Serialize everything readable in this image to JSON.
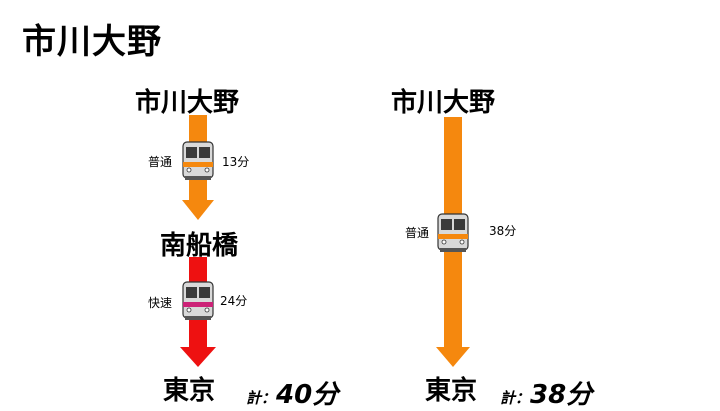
{
  "page_title": "市川大野",
  "routes": [
    {
      "origin": "市川大野",
      "legs": [
        {
          "service": "普通",
          "duration": "13分",
          "color": "#f5880e"
        },
        {
          "service": "快速",
          "duration": "24分",
          "color": "#ee1111"
        }
      ],
      "transfer": "南船橋",
      "destination": "東京",
      "total_label": "計：",
      "total_value": "40分"
    },
    {
      "origin": "市川大野",
      "legs": [
        {
          "service": "普通",
          "duration": "38分",
          "color": "#f5880e"
        }
      ],
      "destination": "東京",
      "total_label": "計：",
      "total_value": "38分"
    }
  ],
  "icons": [
    "train-front-icon-orange",
    "train-front-icon-magenta"
  ]
}
